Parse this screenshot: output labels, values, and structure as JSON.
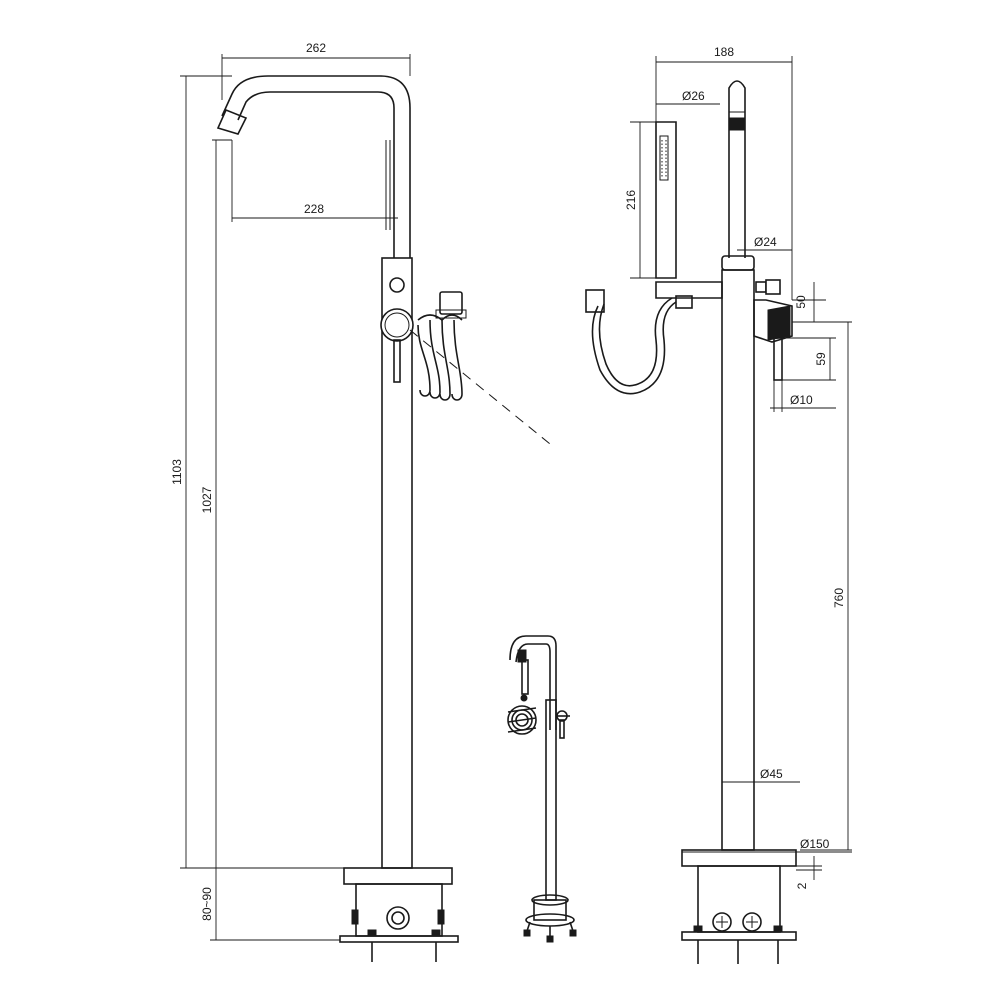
{
  "dimensions": {
    "front_spout_width": "262",
    "front_spout_reach": "228",
    "front_total_height": "1103",
    "front_body_height": "1027",
    "front_base_depth": "80~90",
    "side_total_depth": "188",
    "hand_shower_diameter": "Ø26",
    "hand_shower_length": "216",
    "spout_diameter": "Ø24",
    "lever_offset": "50",
    "lever_length": "59",
    "lever_diameter": "Ø10",
    "valve_height": "760",
    "column_diameter": "Ø45",
    "base_plate_diameter": "Ø150",
    "base_plate_thickness": "2"
  },
  "colors": {
    "line": "#1a1a1a",
    "background": "#ffffff"
  }
}
